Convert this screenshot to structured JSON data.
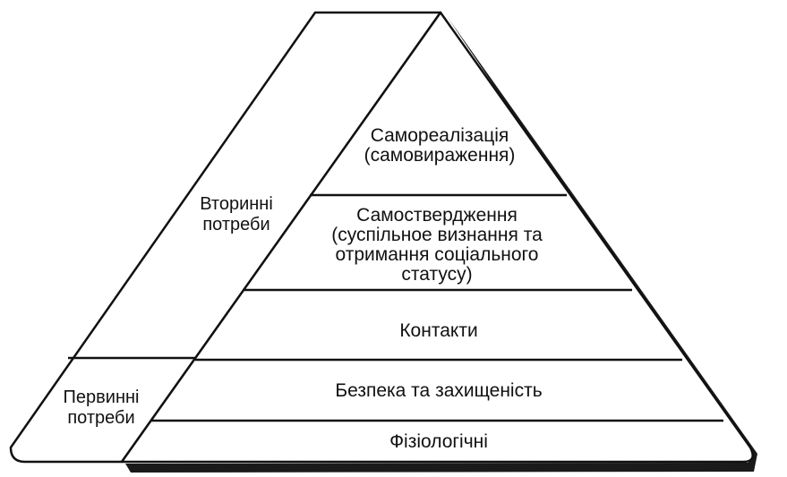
{
  "diagram": {
    "levels": [
      {
        "id": "self-actualization",
        "text": "Самореалізація\n(самовираження)"
      },
      {
        "id": "self-esteem",
        "text": "Самоствердження\n(суспільное визнання та\nотримання соціального\nстатусу)"
      },
      {
        "id": "contacts",
        "text": "Контакти"
      },
      {
        "id": "safety",
        "text": "Безпека та захищеність"
      },
      {
        "id": "physiological",
        "text": "Фізіологічні"
      }
    ],
    "groups": {
      "secondary": "Вторинні\nпотреби",
      "primary": "Первинні\nпотреби"
    }
  }
}
